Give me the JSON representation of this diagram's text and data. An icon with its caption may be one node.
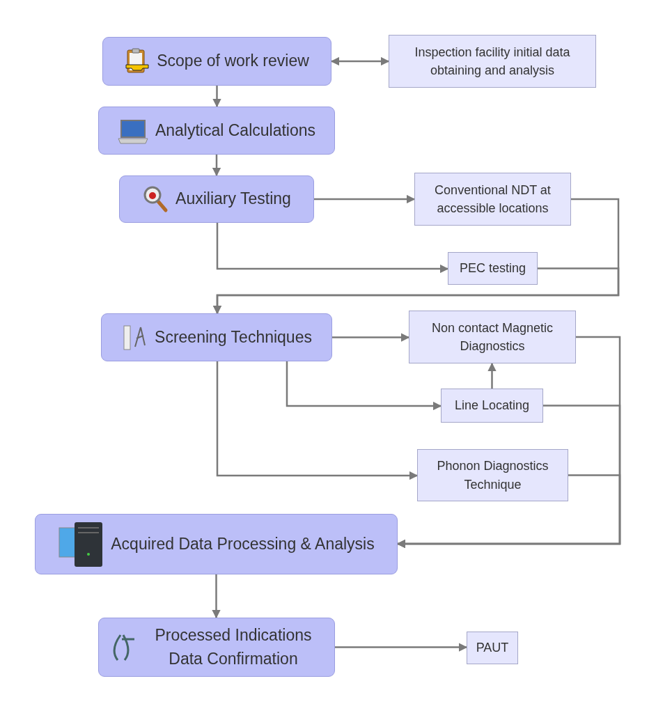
{
  "diagram": {
    "nodes": [
      {
        "text": [
          "Scope of work review"
        ]
      },
      {
        "text": [
          "Inspection facility initial data obtaining and analysis"
        ]
      },
      {
        "text": [
          "Analytical Calculations"
        ]
      },
      {
        "text": [
          "Auxiliary Testing"
        ]
      },
      {
        "text": [
          "Conventional NDT at accessible locations"
        ]
      },
      {
        "text": [
          "PEC testing"
        ]
      },
      {
        "text": [
          "Screening Techniques"
        ]
      },
      {
        "text": [
          "Non contact Magnetic Diagnostics"
        ]
      },
      {
        "text": [
          "Line Locating"
        ]
      },
      {
        "text": [
          "Phonon Diagnostics Technique"
        ]
      },
      {
        "text": [
          "Acquired Data Processing & Analysis"
        ]
      },
      {
        "text": [
          "Processed Indications Data Confirmation"
        ]
      },
      {
        "text": [
          "PAUT"
        ]
      }
    ],
    "edges": [
      {
        "from": 0,
        "to": 1,
        "arrow": "both"
      },
      {
        "from": 0,
        "to": 2,
        "arrow": "to"
      },
      {
        "from": 2,
        "to": 3,
        "arrow": "to"
      },
      {
        "from": 3,
        "to": 4,
        "arrow": "to"
      },
      {
        "from": 3,
        "to": 5,
        "arrow": "to"
      },
      {
        "from": 4,
        "to": 6,
        "arrow": "to"
      },
      {
        "from": 5,
        "to": 6,
        "arrow": "to"
      },
      {
        "from": 6,
        "to": 7,
        "arrow": "to"
      },
      {
        "from": 6,
        "to": 8,
        "arrow": "to"
      },
      {
        "from": 8,
        "to": 7,
        "arrow": "to"
      },
      {
        "from": 6,
        "to": 9,
        "arrow": "to"
      },
      {
        "from": 7,
        "to": 10,
        "arrow": "to"
      },
      {
        "from": 8,
        "to": 10,
        "arrow": "to"
      },
      {
        "from": 9,
        "to": 10,
        "arrow": "to"
      },
      {
        "from": 10,
        "to": 11,
        "arrow": "to"
      },
      {
        "from": 11,
        "to": 12,
        "arrow": "to"
      }
    ]
  }
}
